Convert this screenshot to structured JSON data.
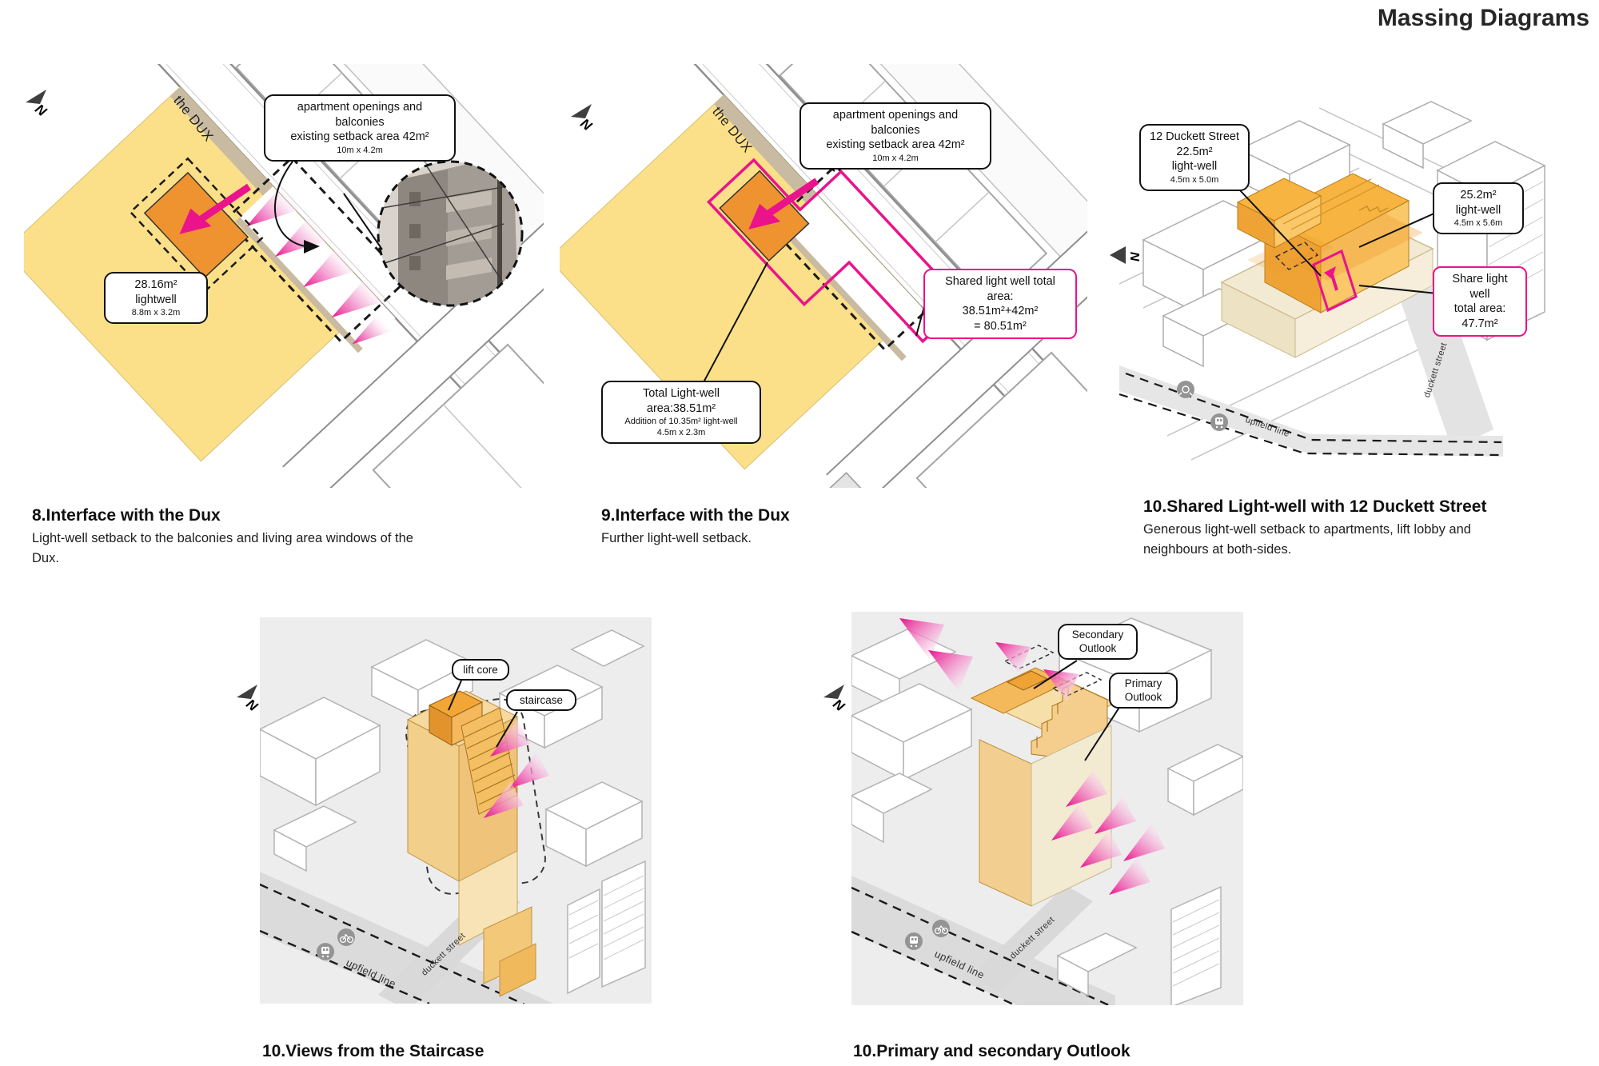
{
  "title": "Massing Diagrams",
  "north_letter": "N",
  "colors": {
    "massing_yellow": "#FBE089",
    "lightwell_orange": "#EE9330",
    "magenta": "#EB138C",
    "massing_orange": "#F7B440",
    "panel_gray": "#EDEDED"
  },
  "d8": {
    "heading": "8.Interface with the Dux",
    "body": "Light-well setback to the balconies and living area windows of the Dux.",
    "street": "the DUX",
    "apartment_box": {
      "l1": "apartment  openings and balconies",
      "l2": "existing setback area 42m²",
      "l3": "10m x 4.2m"
    },
    "lightwell_box": {
      "l1": "28.16m²",
      "l2": "lightwell",
      "l3": "8.8m x 3.2m"
    }
  },
  "d9": {
    "heading": "9.Interface with the Dux",
    "body": "Further light-well setback.",
    "street": "the DUX",
    "apartment_box": {
      "l1": "apartment  openings and balconies",
      "l2": "existing setback area 42m²",
      "l3": "10m x 4.2m"
    },
    "shared_box": {
      "l1": "Shared light well total area:",
      "l2": "38.51m²+42m²",
      "l3": "= 80.51m²"
    },
    "total_box": {
      "l1": "Total Light-well",
      "l2": "area:38.51m²",
      "l3": "Addition of 10.35m² light-well",
      "l4": "4.5m x 2.3m"
    }
  },
  "d10": {
    "heading": "10.Shared Light-well with 12 Duckett Street",
    "body": "Generous light-well setback to apartments, lift lobby and neighbours at both-sides.",
    "duckett_box": {
      "l1": "12 Duckett Street",
      "l2": "22.5m²",
      "l3": "light-well",
      "l4": "4.5m x 5.0m"
    },
    "lightwell_box": {
      "l1": "25.2m²",
      "l2": "light-well",
      "l3": "4.5m x 5.6m"
    },
    "share_box": {
      "l1": "Share light well",
      "l2": "total area:",
      "l3": "47.7m²"
    },
    "upfield": "upfield line",
    "duckett_street": "duckett street"
  },
  "d11": {
    "heading": "10.Views from the Staircase",
    "lift_core": "lift core",
    "staircase": "staircase",
    "upfield": "upfield line",
    "duckett_street": "duckett street"
  },
  "d12": {
    "heading": "10.Primary and secondary Outlook",
    "secondary": {
      "l1": "Secondary",
      "l2": "Outlook"
    },
    "primary": {
      "l1": "Primary",
      "l2": "Outlook"
    },
    "upfield": "upfield line",
    "duckett_street": "duckett street"
  }
}
